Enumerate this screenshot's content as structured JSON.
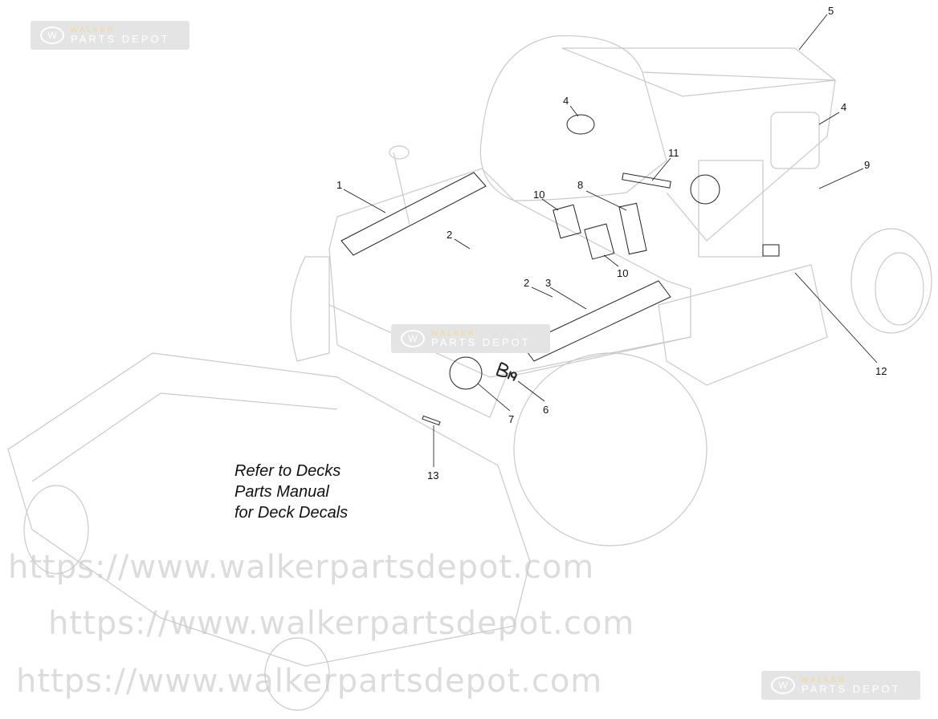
{
  "watermark": {
    "text": "https://www.walkerpartsdepot.com"
  },
  "logo": {
    "brand": "WALKER",
    "subtitle": "PARTS DEPOT"
  },
  "note": {
    "lines": [
      "Refer to Decks",
      "Parts Manual",
      "for Deck Decals"
    ]
  },
  "callouts": [
    "1",
    "2",
    "2",
    "3",
    "4",
    "4",
    "5",
    "6",
    "7",
    "8",
    "9",
    "10",
    "10",
    "11",
    "12",
    "13"
  ]
}
